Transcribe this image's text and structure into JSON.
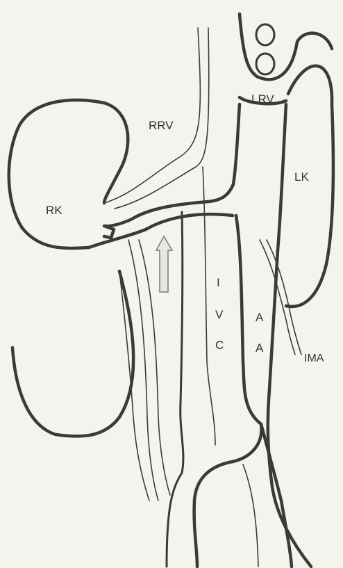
{
  "labels": {
    "rk": "RK",
    "rrv": "RRV",
    "lrv": "LRV",
    "lk": "LK",
    "ivc_i": "I",
    "ivc_v": "V",
    "ivc_c": "C",
    "aa_1": "A",
    "aa_2": "A",
    "ima": "IMA"
  },
  "colors": {
    "ink": "#3a3a3a",
    "background": "#f4f4ee",
    "arrow_fill": "#e6e6e2"
  }
}
